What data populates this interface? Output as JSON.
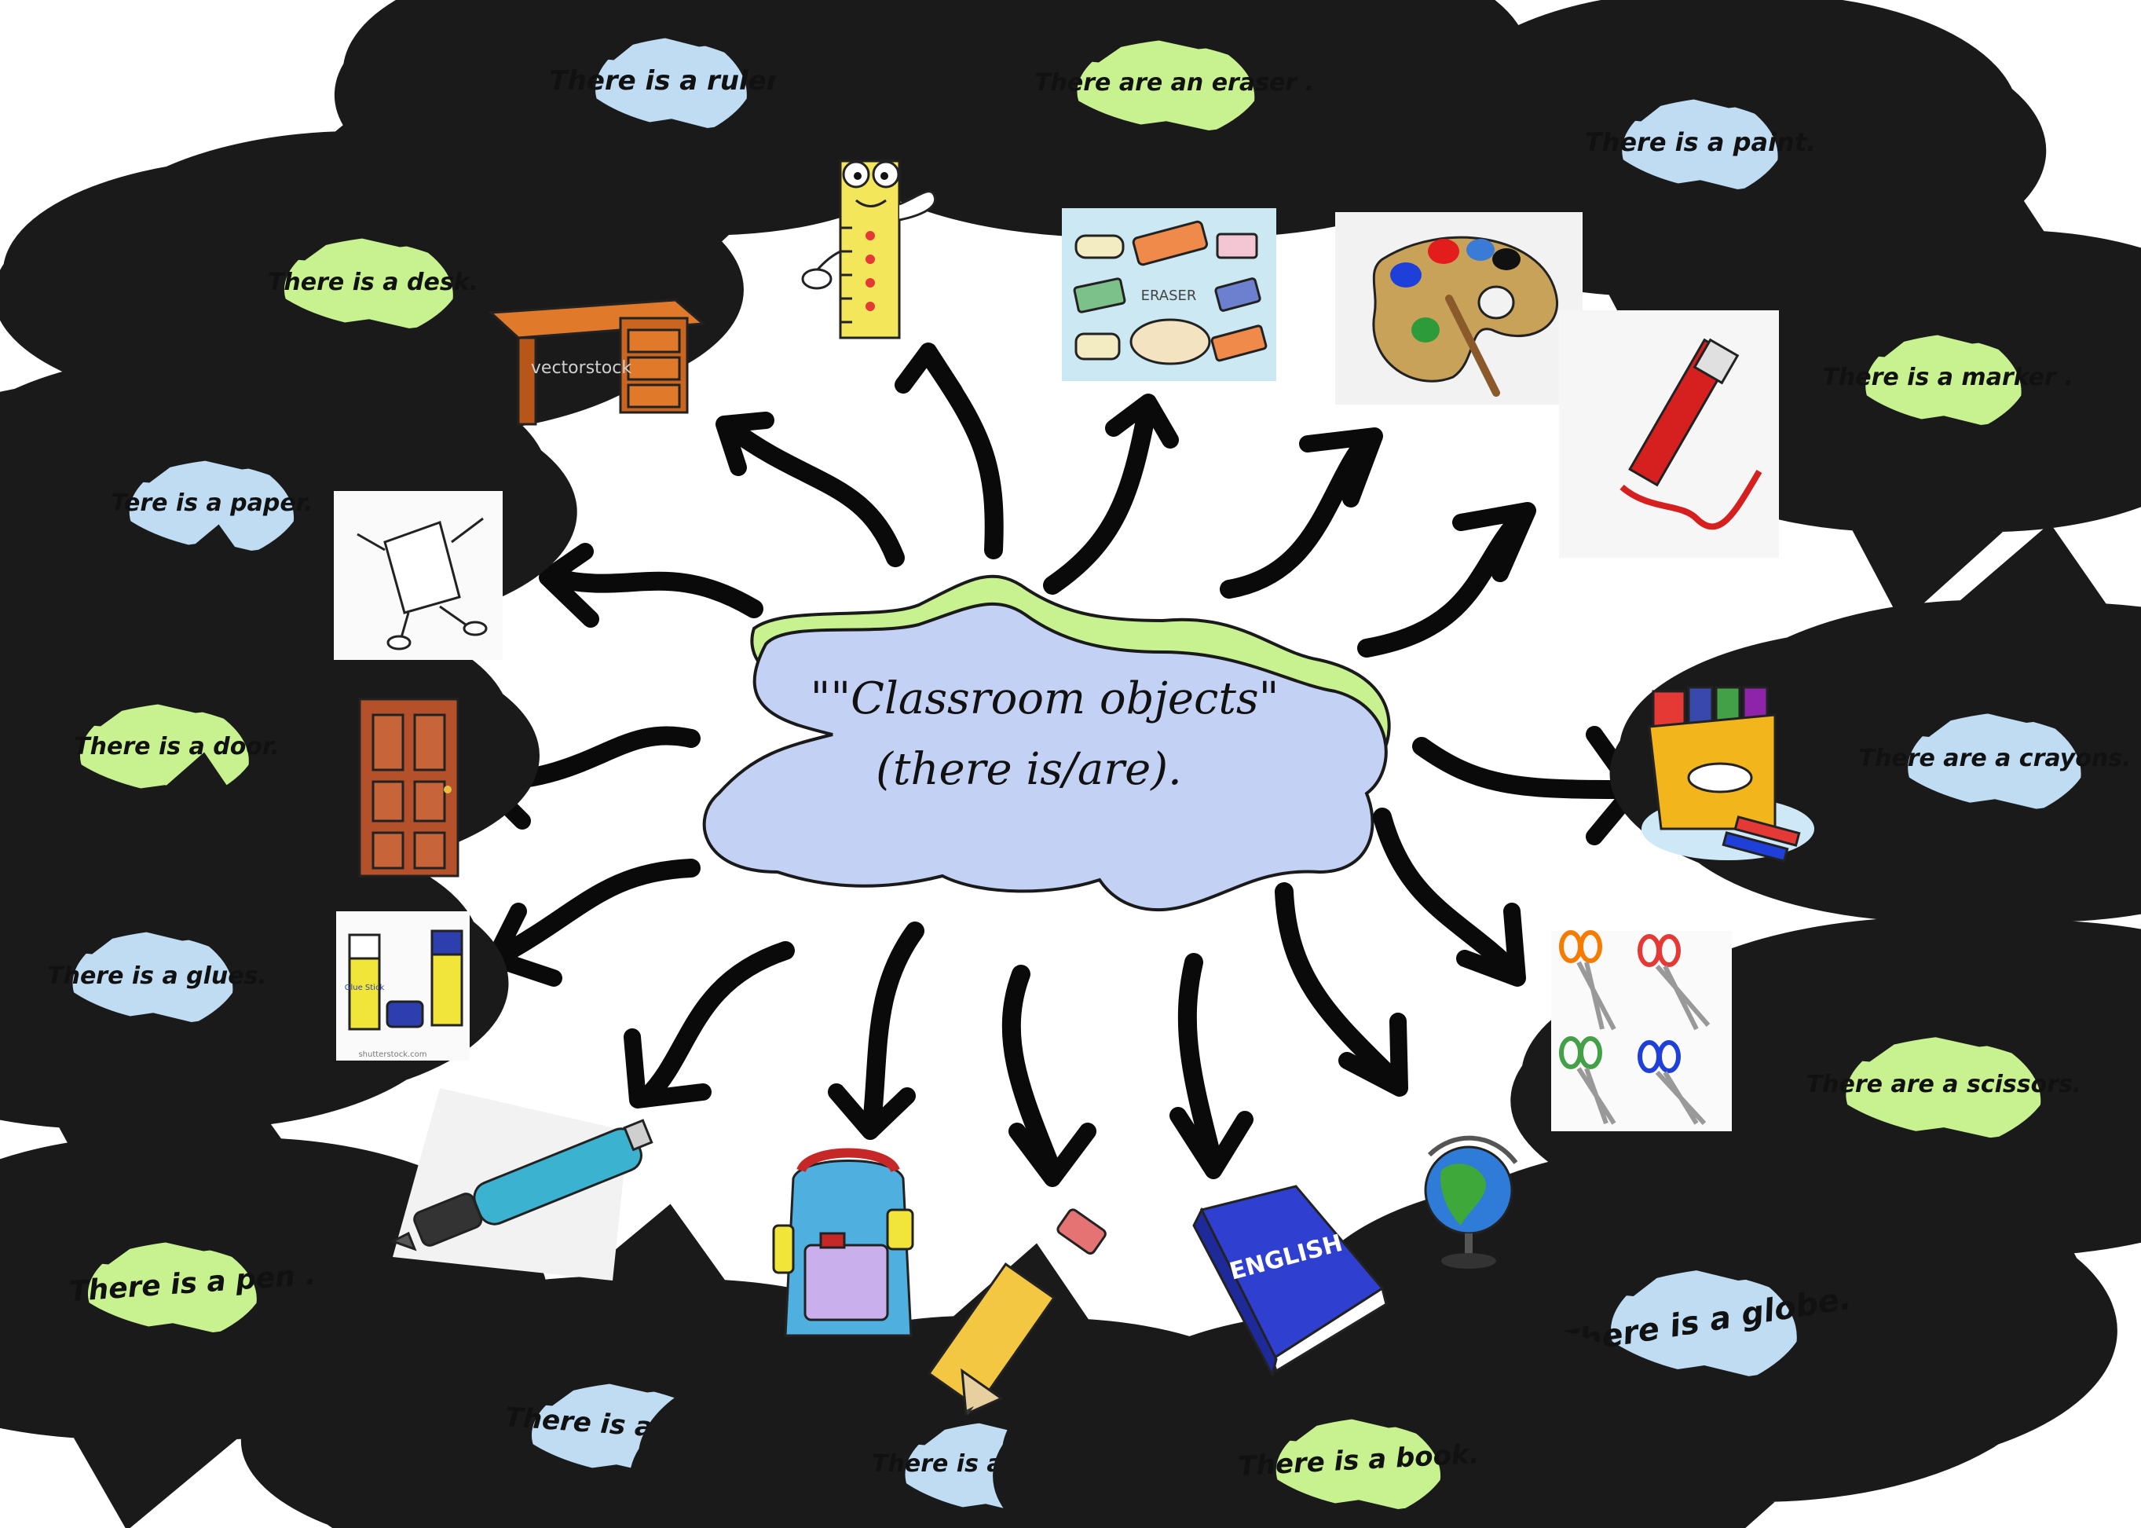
{
  "center": {
    "line1": "\"\"Classroom objects\"",
    "line2": "(there is/are)."
  },
  "labels": {
    "ruler": "There is a ruler.",
    "eraser": "There are an eraser .",
    "paint": "There is a paint.",
    "desk": "There is a desk.",
    "marker": "There is a marker .",
    "paper": "Tere is a paper.",
    "crayons": "There are a crayons.",
    "door": "There is a door.",
    "glues": "There is a glues.",
    "scissors": "There are a scissors.",
    "pen": "There  is  a pen .",
    "globe": "There is a globe.",
    "bag": "There is a bag.",
    "pencil": "There is a pencil.",
    "book": "There is a book."
  },
  "picture_text": {
    "eraser_tag": "ERASER",
    "book_cover": "ENGLISH",
    "glue_stick": "Glue Stick",
    "desk_watermark": "vectorstock",
    "glue_watermark": "shutterstock.com"
  },
  "colors": {
    "blue_cloud": "#bfdcf3",
    "green_cloud": "#c8f28f",
    "center_cloud": "#c3d2f4",
    "arrow": "#0a0a0a"
  }
}
